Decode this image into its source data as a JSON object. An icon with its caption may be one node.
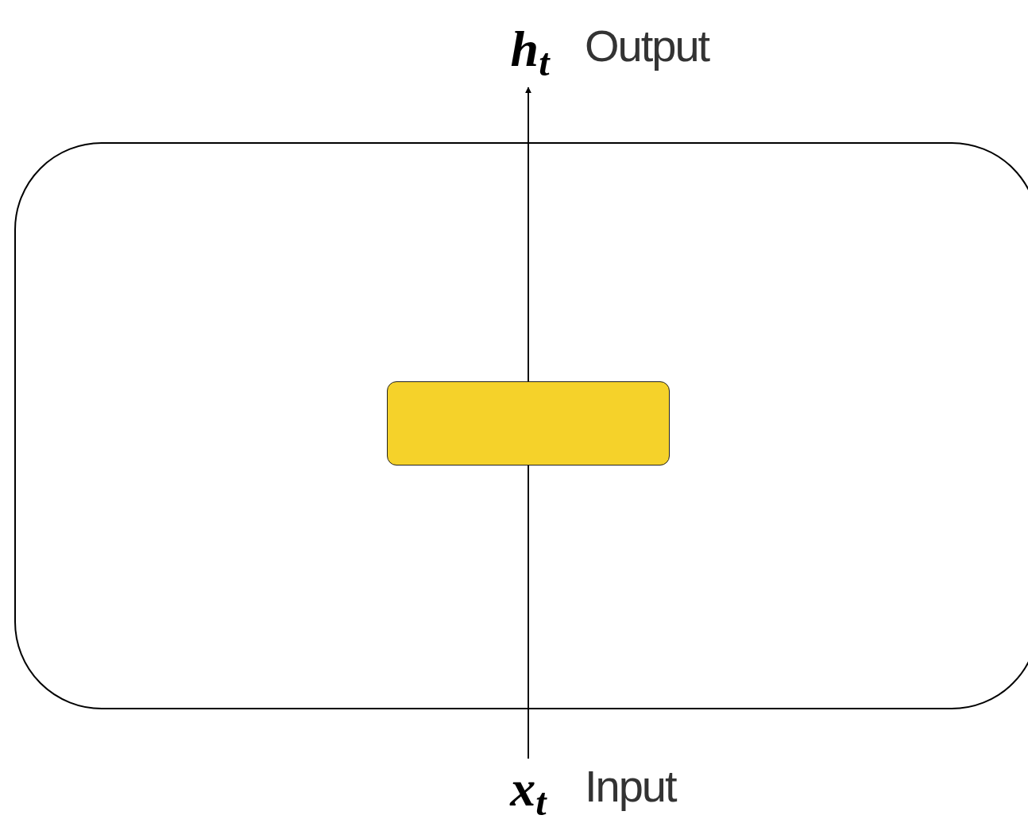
{
  "diagram": {
    "nodes": [
      {
        "text": [],
        "shape": "box"
      },
      {
        "text": [],
        "shape": "box",
        "in": 0
      },
      {
        "text": [
          "x$_{t}$"
        ],
        "beside": [
          "Input"
        ]
      },
      {
        "text": [
          "h$_{t}$"
        ],
        "beside": [
          "Output"
        ]
      }
    ],
    "edges": [
      {
        "from": 2,
        "to": 1,
        "arrow": "none"
      },
      {
        "from": 1,
        "to": 3,
        "arrow": "to"
      }
    ]
  }
}
